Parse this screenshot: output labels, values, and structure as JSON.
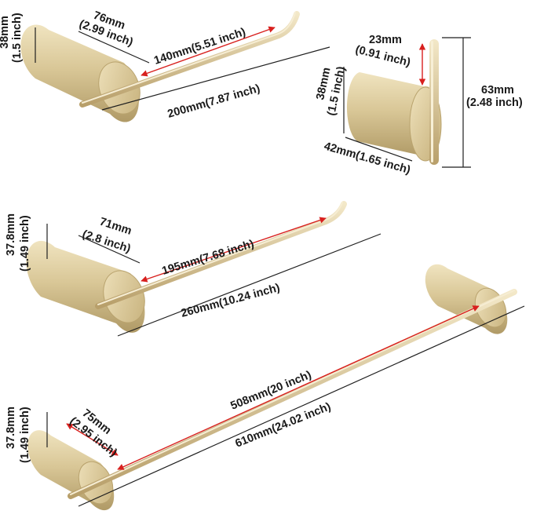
{
  "colors": {
    "metal": "#d8c79a",
    "metal_dark": "#a8915c",
    "dimension_red": "#d8201e",
    "dimension_black": "#1f1f1f"
  },
  "towel_ring_small": {
    "depth": "76mm",
    "depth_in": "(2.99 inch)",
    "height": "38mm",
    "height_in": "(1.5 inch)",
    "arm": "140mm(5.51 inch)",
    "total": "200mm(7.87 inch)"
  },
  "robe_hook": {
    "pin": "23mm",
    "pin_in": "(0.91 inch)",
    "diameter": "38mm",
    "diameter_in": "(1.5 inch)",
    "height": "63mm",
    "height_in": "(2.48 inch)",
    "depth": "42mm(1.65 inch)"
  },
  "towel_ring_large": {
    "depth": "71mm",
    "depth_in": "(2.8 inch)",
    "height": "37.8mm",
    "height_in": "(1.49 inch)",
    "arm": "195mm(7.68 inch)",
    "total": "260mm(10.24 inch)"
  },
  "towel_bar": {
    "height": "37.8mm",
    "height_in": "(1.49 inch)",
    "depth": "75mm",
    "depth_in": "(2.95 inch)",
    "inner": "508mm(20 inch)",
    "total": "610mm(24.02 inch)"
  }
}
